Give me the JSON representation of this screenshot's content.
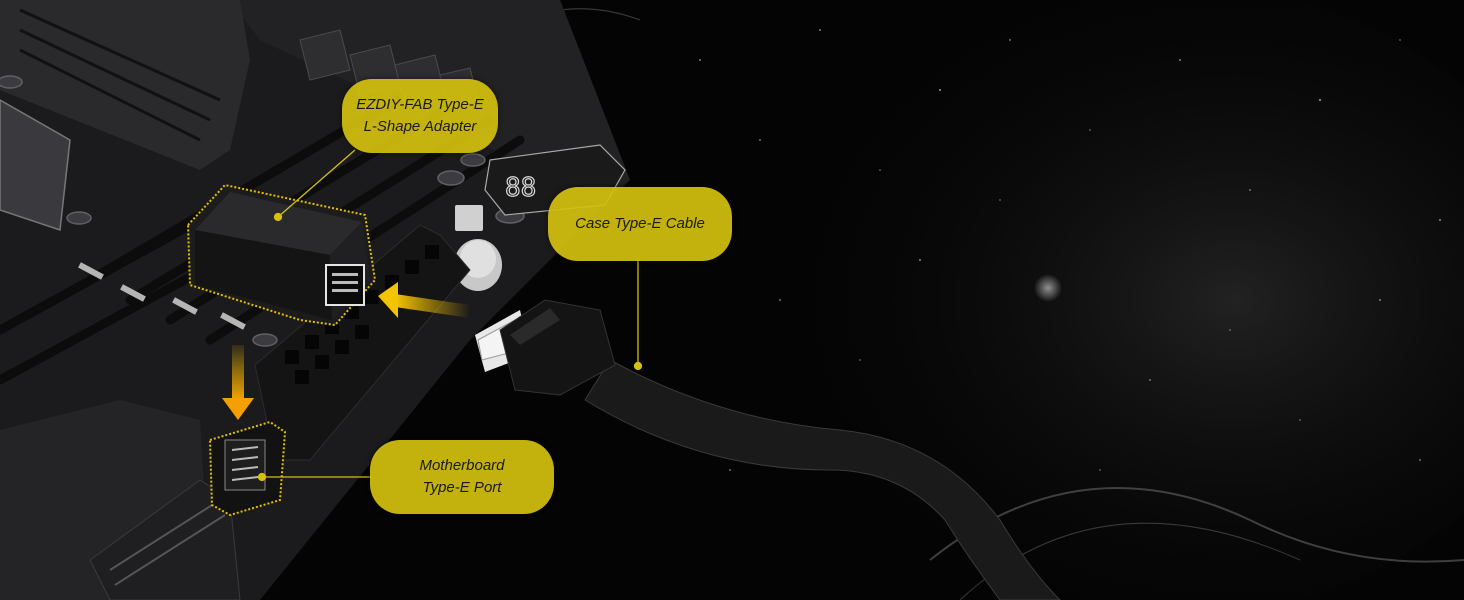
{
  "labels": {
    "adapter": {
      "line1": "EZDIY-FAB Type-E",
      "line2": "L-Shape Adapter"
    },
    "cable": {
      "text": "Case Type-E Cable"
    },
    "port": {
      "line1": "Motherboard",
      "line2": "Type-E Port"
    }
  },
  "colors": {
    "accent": "#d4c00e",
    "background": "#050505"
  }
}
